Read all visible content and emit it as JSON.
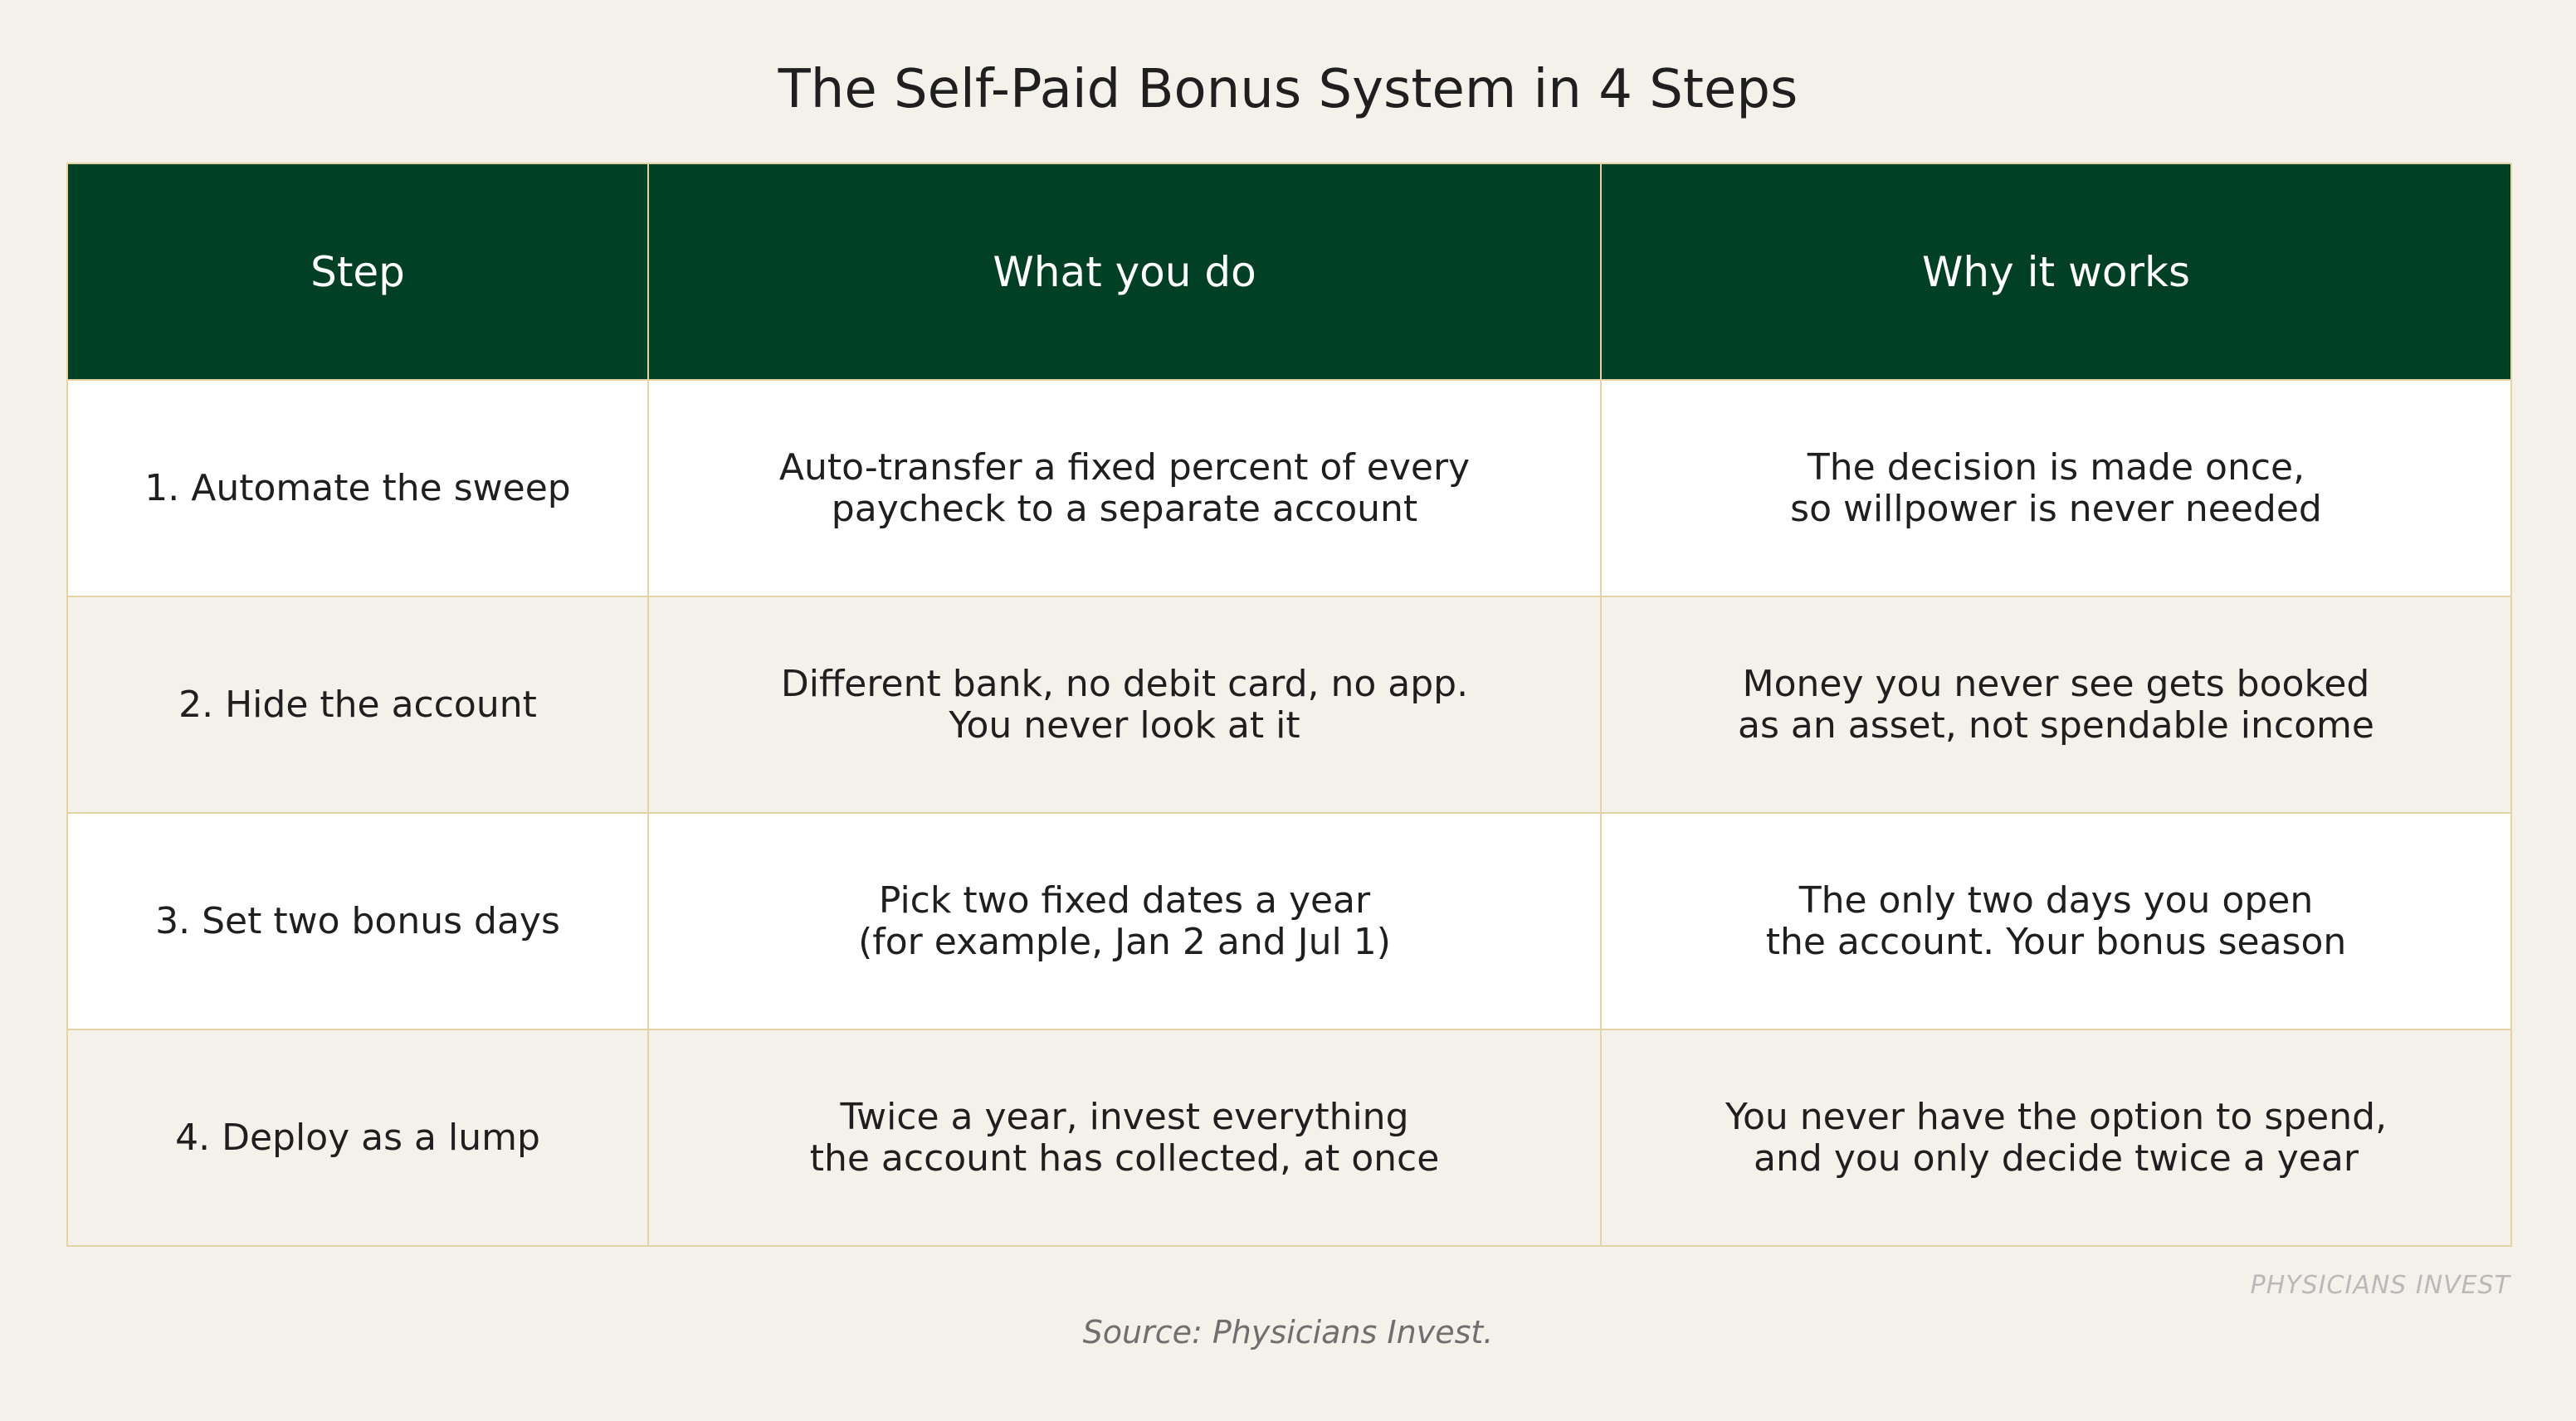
{
  "title": "The Self-Paid Bonus System in 4 Steps",
  "table": {
    "headers": [
      "Step",
      "What you do",
      "Why it works"
    ],
    "rows": [
      {
        "step": "1. Automate the sweep",
        "what": "Auto-transfer a fixed percent of every\npaycheck to a separate account",
        "why": "The decision is made once,\nso willpower is never needed"
      },
      {
        "step": "2. Hide the account",
        "what": "Different bank, no debit card, no app.\nYou never look at it",
        "why": "Money you never see gets booked\nas an asset, not spendable income"
      },
      {
        "step": "3. Set two bonus days",
        "what": "Pick two fixed dates a year\n(for example, Jan 2 and Jul 1)",
        "why": "The only two days you open\nthe account. Your bonus season"
      },
      {
        "step": "4. Deploy as a lump",
        "what": "Twice a year, invest everything\nthe account has collected, at once",
        "why": "You never have the option to spend,\nand you only decide twice a year"
      }
    ]
  },
  "watermark": "PHYSICIANS INVEST",
  "source": "Source: Physicians Invest.",
  "colors": {
    "header_bg": "#014024",
    "border": "#e4d3a4",
    "page_bg": "#f4f1eb"
  }
}
